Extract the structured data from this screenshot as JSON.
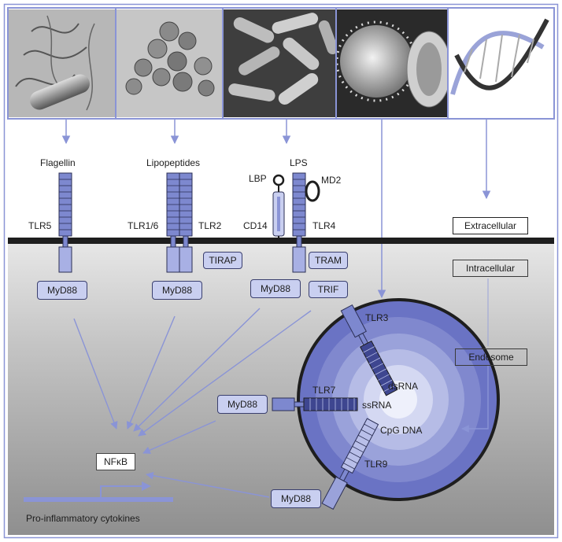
{
  "pathogens": [
    {
      "name": "flagellated-bacterium-image"
    },
    {
      "name": "cocci-cluster-image"
    },
    {
      "name": "rod-bacteria-image"
    },
    {
      "name": "virus-image"
    },
    {
      "name": "dna-helix-image"
    }
  ],
  "ligands": {
    "flagellin": "Flagellin",
    "lipopeptides": "Lipopeptides",
    "lps": "LPS"
  },
  "receptors": {
    "tlr5": "TLR5",
    "tlr16": "TLR1/6",
    "tlr2": "TLR2",
    "cd14": "CD14",
    "tlr4": "TLR4",
    "lbp": "LBP",
    "md2": "MD2",
    "tlr3": "TLR3",
    "tlr7": "TLR7",
    "tlr9": "TLR9"
  },
  "adaptors": {
    "tirap": "TIRAP",
    "tram": "TRAM",
    "trif": "TRIF",
    "myd88": "MyD88"
  },
  "compartments": {
    "extracellular": "Extracellular",
    "intracellular": "Intracellular",
    "endosome": "Endosome"
  },
  "nucleic_acids": {
    "dsrna": "dsRNA",
    "ssrna": "ssRNA",
    "cpg": "CpG DNA"
  },
  "outputs": {
    "nfkb": "NFκB",
    "cytokines": "Pro-inflammatory cytokines"
  },
  "colors": {
    "accent": "#8a94d6",
    "receptor_fill": "#7d88cf",
    "adaptor_fill": "#c9cff0",
    "membrane": "#1e1e1e"
  }
}
